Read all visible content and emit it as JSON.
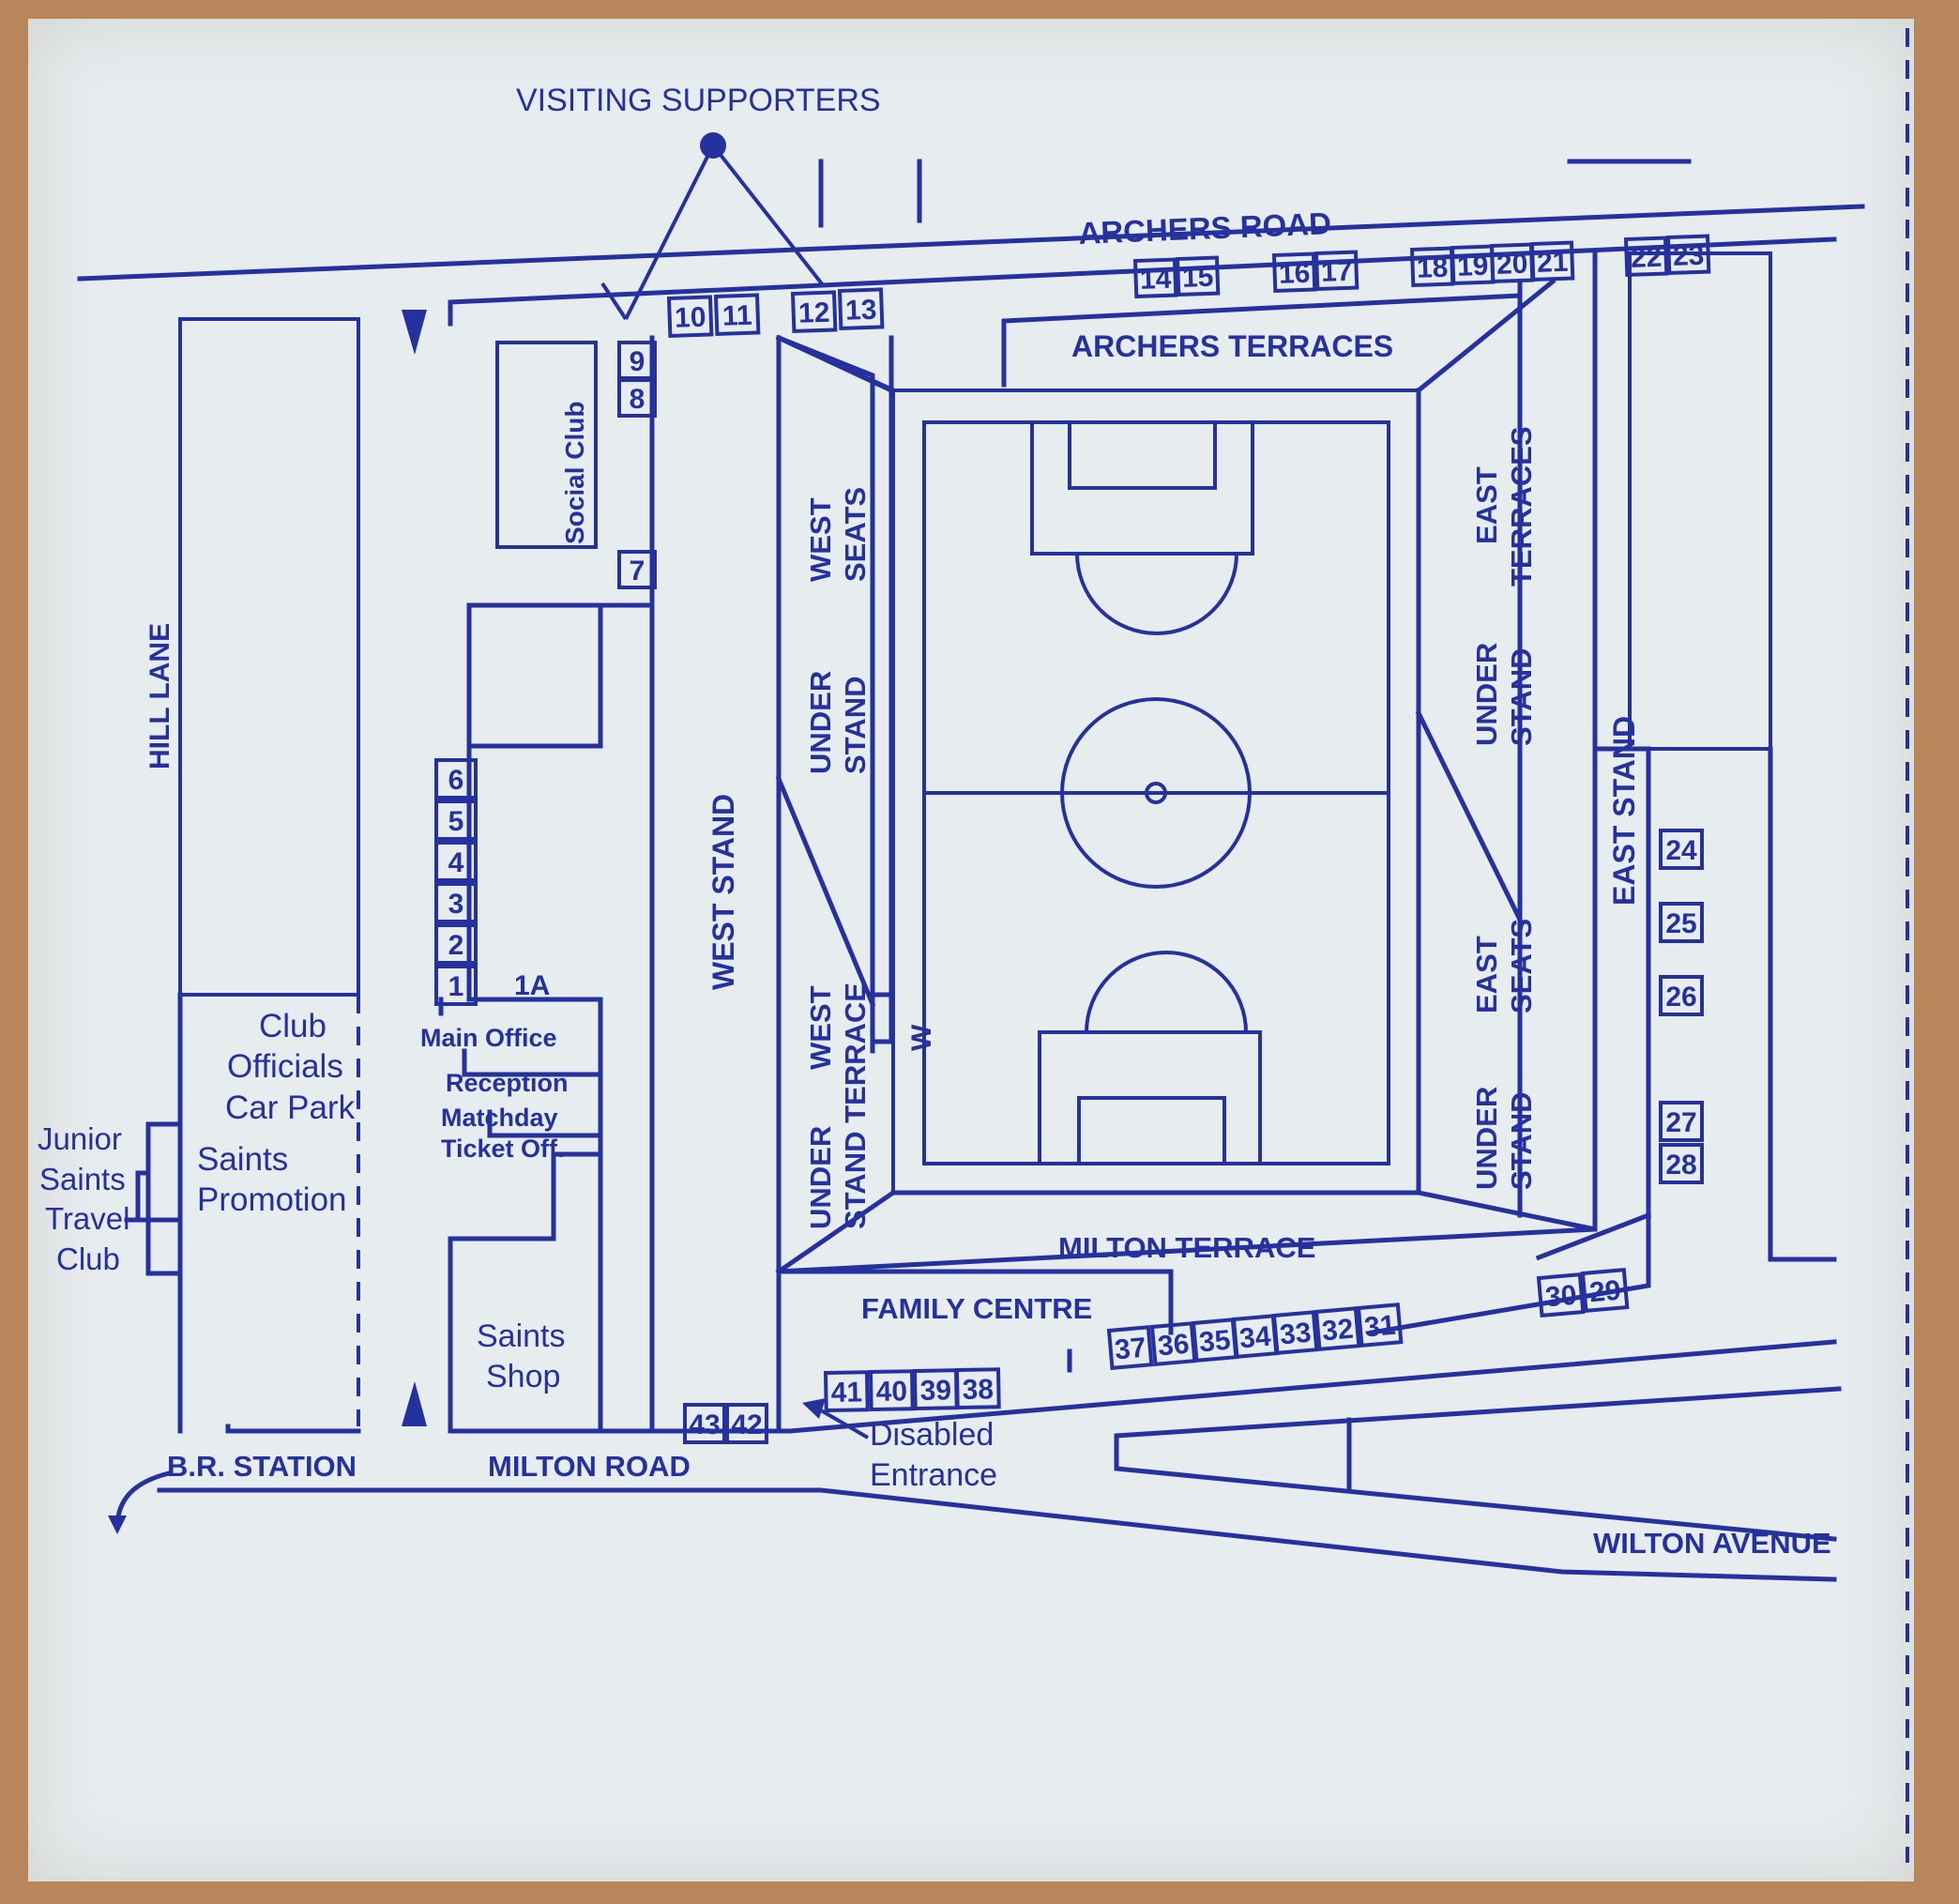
{
  "roads": {
    "archers_road": "ARCHERS ROAD",
    "hill_lane": "HILL LANE",
    "milton_road": "MILTON ROAD",
    "wilton_avenue": "WILTON AVENUE",
    "br_station": "B.R. STATION"
  },
  "stands": {
    "archers_terraces": "ARCHERS TERRACES",
    "west_stand": "WEST STAND",
    "west_seats": [
      "WEST",
      "SEATS"
    ],
    "under_stand_upper_left": [
      "UNDER",
      "STAND"
    ],
    "under_stand_west_terrace": [
      "UNDER",
      "STAND TERRACE",
      "WEST"
    ],
    "east_terraces": [
      "EAST",
      "TERRACES"
    ],
    "under_stand_upper_right": [
      "UNDER",
      "STAND"
    ],
    "east_stand": "EAST STAND",
    "east_seats": [
      "EAST",
      "SEATS"
    ],
    "under_stand_lower_right": [
      "UNDER",
      "STAND"
    ],
    "milton_terrace": "MILTON TERRACE",
    "family_centre": "FAMILY CENTRE",
    "w_marker": "W"
  },
  "buildings": {
    "social_club": "Social Club",
    "club_officials_car_park": [
      "Club",
      "Officials",
      "Car Park"
    ],
    "saints_promotion": [
      "Saints",
      "Promotion"
    ],
    "junior_saints_travel_club": [
      "Junior",
      "Saints",
      "Travel",
      "Club"
    ],
    "main_office": "Main Office",
    "reception": "Reception",
    "matchday_ticket_office": [
      "Matchday",
      "Ticket Off."
    ],
    "saints_shop": [
      "Saints",
      "Shop"
    ]
  },
  "labels": {
    "visiting_supporters": "VISITING SUPPORTERS",
    "disabled_entrance": [
      "Disabled",
      "Entrance"
    ]
  },
  "gates": {
    "left_column": [
      "6",
      "5",
      "4",
      "3",
      "2",
      "1"
    ],
    "gate_1a": "1A",
    "north_west": [
      "9",
      "8",
      "7"
    ],
    "north_row_a": [
      "10",
      "11",
      "12",
      "13"
    ],
    "north_row_b": [
      "14",
      "15",
      "16",
      "17",
      "18",
      "19",
      "20",
      "21",
      "22",
      "23"
    ],
    "east_column": [
      "24",
      "25",
      "26",
      "27",
      "28"
    ],
    "south_row_a": [
      "29",
      "30"
    ],
    "south_row_b": [
      "31",
      "32",
      "33",
      "34",
      "35",
      "36",
      "37"
    ],
    "south_row_c": [
      "38",
      "39",
      "40",
      "41"
    ],
    "south_row_d": [
      "42",
      "43"
    ]
  },
  "colors": {
    "ink": "#2631a0",
    "paper": "#e7ecef",
    "background": "#b8865a"
  }
}
